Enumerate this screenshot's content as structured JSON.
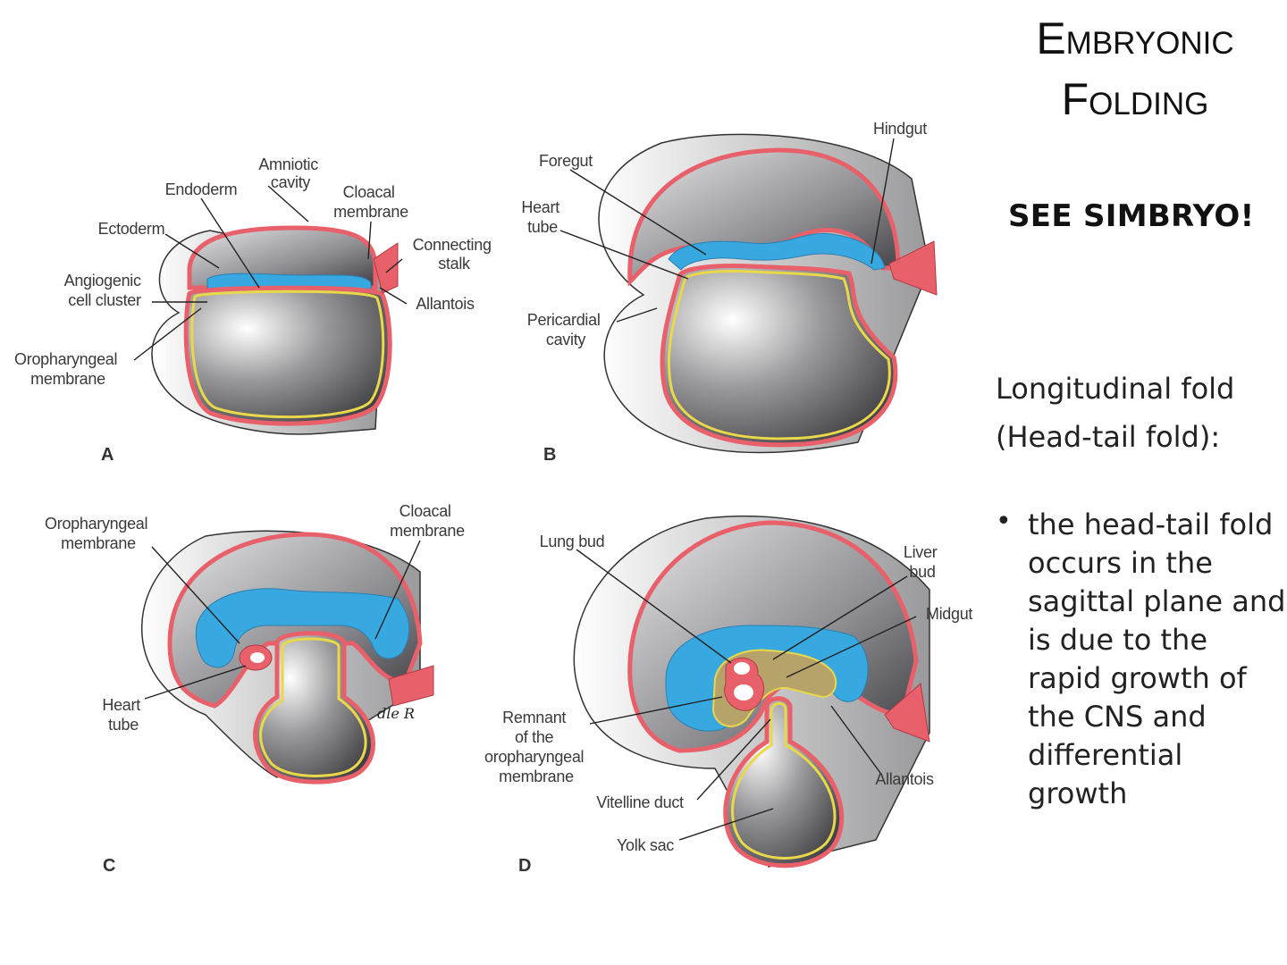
{
  "heading": {
    "line1": "Embryonic",
    "line2": "Folding"
  },
  "callout": "SEE SIMBRYO!",
  "fold_heading": {
    "line1": "Longitudinal fold",
    "line2": "(Head-tail fold):"
  },
  "bullet": "the head-tail fold occurs in the sagittal plane and is due to the rapid growth of the CNS and differential growth",
  "panels": {
    "a": {
      "letter": "A",
      "labels": {
        "amniotic": [
          "Amniotic",
          "cavity"
        ],
        "endoderm": "Endoderm",
        "cloacal": [
          "Cloacal",
          "membrane"
        ],
        "ectoderm": "Ectoderm",
        "connecting": [
          "Connecting",
          "stalk"
        ],
        "angiogenic": [
          "Angiogenic",
          "cell cluster"
        ],
        "allantois": "Allantois",
        "oropharyngeal": [
          "Oropharyngeal",
          "membrane"
        ]
      }
    },
    "b": {
      "letter": "B",
      "labels": {
        "hindgut": "Hindgut",
        "foregut": "Foregut",
        "heart": [
          "Heart",
          "tube"
        ],
        "pericardial": [
          "Pericardial",
          "cavity"
        ]
      }
    },
    "c": {
      "letter": "C",
      "labels": {
        "oropharyngeal": [
          "Oropharyngeal",
          "membrane"
        ],
        "cloacal": [
          "Cloacal",
          "membrane"
        ],
        "heart": [
          "Heart",
          "tube"
        ]
      },
      "signature": "dle R"
    },
    "d": {
      "letter": "D",
      "labels": {
        "lung": "Lung bud",
        "liver": [
          "Liver",
          "bud"
        ],
        "midgut": "Midgut",
        "remnant": [
          "Remnant",
          "of the",
          "oropharyngeal",
          "membrane"
        ],
        "allantois": "Allantois",
        "vitelline": "Vitelline duct",
        "yolk": "Yolk sac"
      }
    }
  },
  "colors": {
    "ectoderm": "#e8606a",
    "endoderm": "#e8d84a",
    "amnion_fill": "#37a9e0",
    "cavity_dark": "#4a4a4e",
    "gut_tan": "#b5a36a"
  }
}
